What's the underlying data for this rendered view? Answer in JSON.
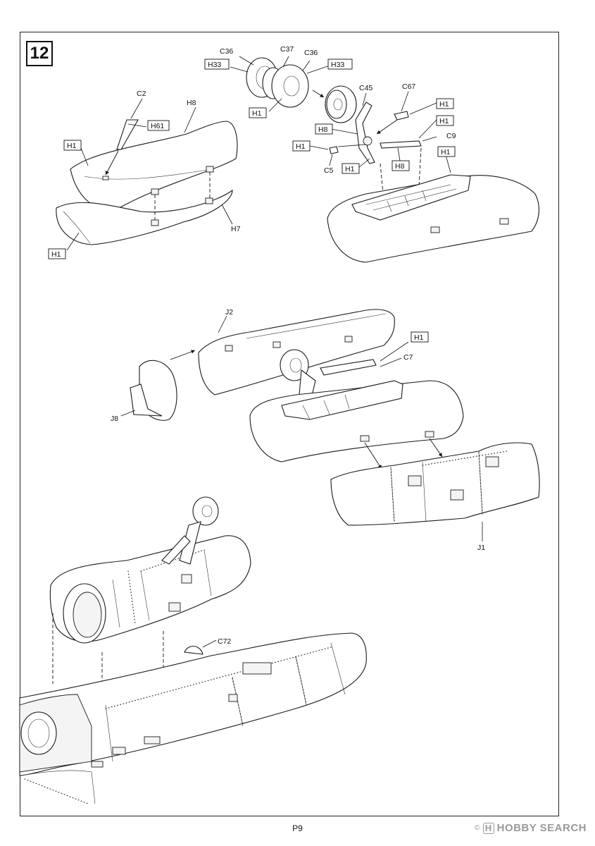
{
  "step": "12",
  "page": "P9",
  "watermark": {
    "copyright": "©",
    "brand_mark": "H",
    "brand": "HOBBY SEARCH"
  },
  "labels": {
    "c36_left": "C36",
    "c37": "C37",
    "c36_right": "C36",
    "h33_left": "H33",
    "h33_right": "H33",
    "h1_wheel": "H1",
    "c45": "C45",
    "c67": "C67",
    "h1_c67": "H1",
    "h1_c9": "H1",
    "c9": "C9",
    "h8_strut": "H8",
    "h1_c5": "H1",
    "c5": "C5",
    "h1_strut": "H1",
    "h8_c9": "H8",
    "h1_bay": "H1",
    "c2": "C2",
    "h8_top": "H8",
    "h61": "H61",
    "h1_top": "H1",
    "h7": "H7",
    "h1_bottom": "H1",
    "j2": "J2",
    "h1_c7": "H1",
    "c7": "C7",
    "j8": "J8",
    "j1": "J1",
    "c72": "C72"
  }
}
